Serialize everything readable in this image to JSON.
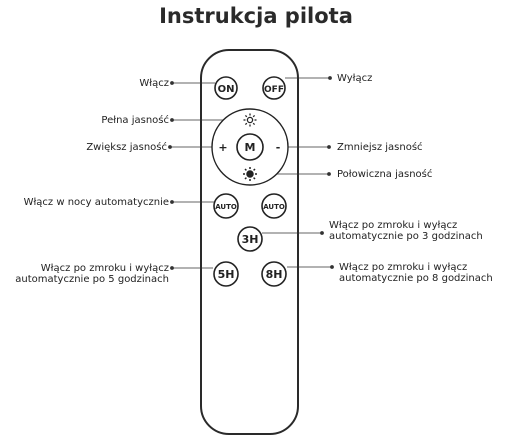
{
  "title": "Instrukcja pilota",
  "buttons": {
    "on": "ON",
    "off": "OFF",
    "m": "M",
    "plus": "+",
    "minus": "-",
    "auto_left": "AUTO",
    "auto_right": "AUTO",
    "h3": "3H",
    "h5": "5H",
    "h8": "8H"
  },
  "labels": {
    "on": "Włącz",
    "off": "Wyłącz",
    "full_brightness": "Pełna jasność",
    "increase": "Zwiększ jasność",
    "decrease": "Zmniejsz jasność",
    "half_brightness": "Połowiczna jasność",
    "auto_night": "Włącz w nocy automatycznie",
    "h3_line1": "Włącz po zmroku i wyłącz",
    "h3_line2": "automatycznie po 3 godzinach",
    "h5_line1": "Włącz po zmroku i wyłącz",
    "h5_line2": "automatycznie po 5 godzinach",
    "h8_line1": "Włącz po zmroku i wyłącz",
    "h8_line2": "automatycznie po 8 godzinach"
  }
}
